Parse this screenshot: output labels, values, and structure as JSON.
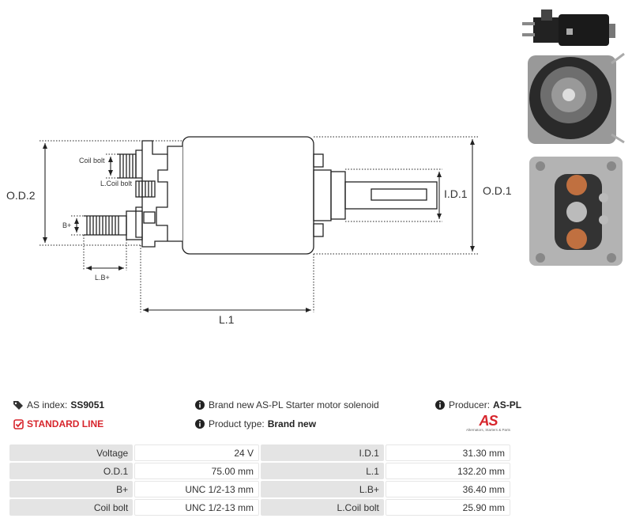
{
  "diagram": {
    "labels": {
      "od2": "O.D.2",
      "od1": "O.D.1",
      "id1": "I.D.1",
      "l1": "L.1",
      "lb": "L.B+",
      "bplus": "B+",
      "coil": "Coil bolt",
      "lcoil": "L.Coil bolt"
    }
  },
  "info": {
    "as_index_label": "AS index:",
    "as_index_value": "SS9051",
    "line_label": "STANDARD LINE",
    "description": "Brand new AS-PL Starter motor solenoid",
    "product_type_label": "Product type:",
    "product_type_value": "Brand new",
    "producer_label": "Producer:",
    "producer_value": "AS-PL"
  },
  "logo": {
    "mark": "AS",
    "tagline": "Alternators, Starters & Parts"
  },
  "colors": {
    "accent": "#d7252c",
    "label_bg": "#e4e4e4"
  },
  "specs": [
    {
      "k1": "Voltage",
      "v1": "24 V",
      "k2": "I.D.1",
      "v2": "31.30 mm"
    },
    {
      "k1": "O.D.1",
      "v1": "75.00 mm",
      "k2": "L.1",
      "v2": "132.20 mm"
    },
    {
      "k1": "B+",
      "v1": "UNC 1/2-13 mm",
      "k2": "L.B+",
      "v2": "36.40 mm"
    },
    {
      "k1": "Coil bolt",
      "v1": "UNC 1/2-13 mm",
      "k2": "L.Coil bolt",
      "v2": "25.90 mm"
    }
  ]
}
